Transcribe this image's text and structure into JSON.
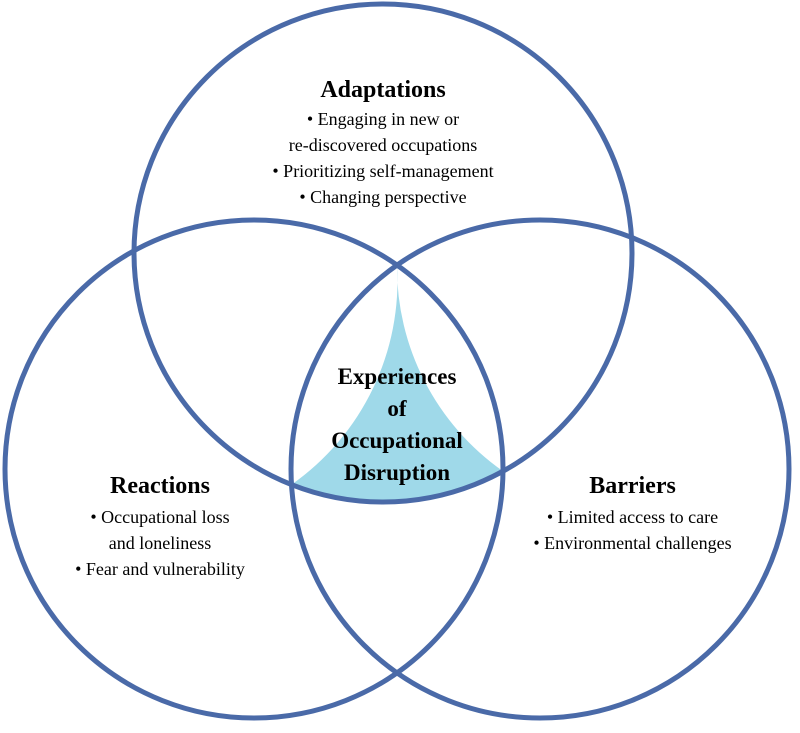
{
  "colors": {
    "ring_stroke": "#4a6aa8",
    "center_fill": "#9fd9e9",
    "background": "#ffffff"
  },
  "circles": {
    "top": {
      "title": "Adaptations",
      "items": [
        "•   Engaging in new or",
        "re-discovered occupations",
        "•   Prioritizing self-management",
        "•   Changing perspective"
      ]
    },
    "left": {
      "title": "Reactions",
      "items": [
        "•   Occupational loss",
        "and loneliness",
        "•   Fear and vulnerability"
      ]
    },
    "right": {
      "title": "Barriers",
      "items": [
        "•   Limited access to care",
        "•   Environmental challenges"
      ]
    }
  },
  "center": {
    "lines": [
      "Experiences",
      "of",
      "Occupational",
      "Disruption"
    ]
  }
}
